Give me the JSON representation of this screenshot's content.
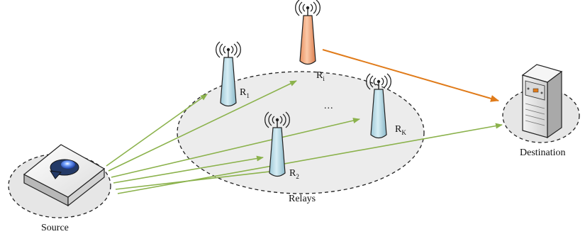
{
  "labels": {
    "source": "Source",
    "destination": "Destination",
    "relays": "Relays",
    "ellipsis": "...",
    "relay_prefix": "R",
    "relay_1_sub": "1",
    "relay_2_sub": "2",
    "relay_i_sub": "i",
    "relay_k_sub": "K"
  },
  "colors": {
    "broadcast_arrow": "#8bb24c",
    "forward_arrow": "#e07b1a",
    "relay_tower": "#b7dbe6",
    "selected_relay_tower": "#f2ac85",
    "relay_region": "#e6e6e6",
    "node_region": "#dcdcdc",
    "outline": "#222222"
  },
  "icons": {
    "source": "router-icon",
    "destination": "server-icon",
    "relay": "antenna-tower-icon",
    "signal": "wireless-signal-icon"
  }
}
